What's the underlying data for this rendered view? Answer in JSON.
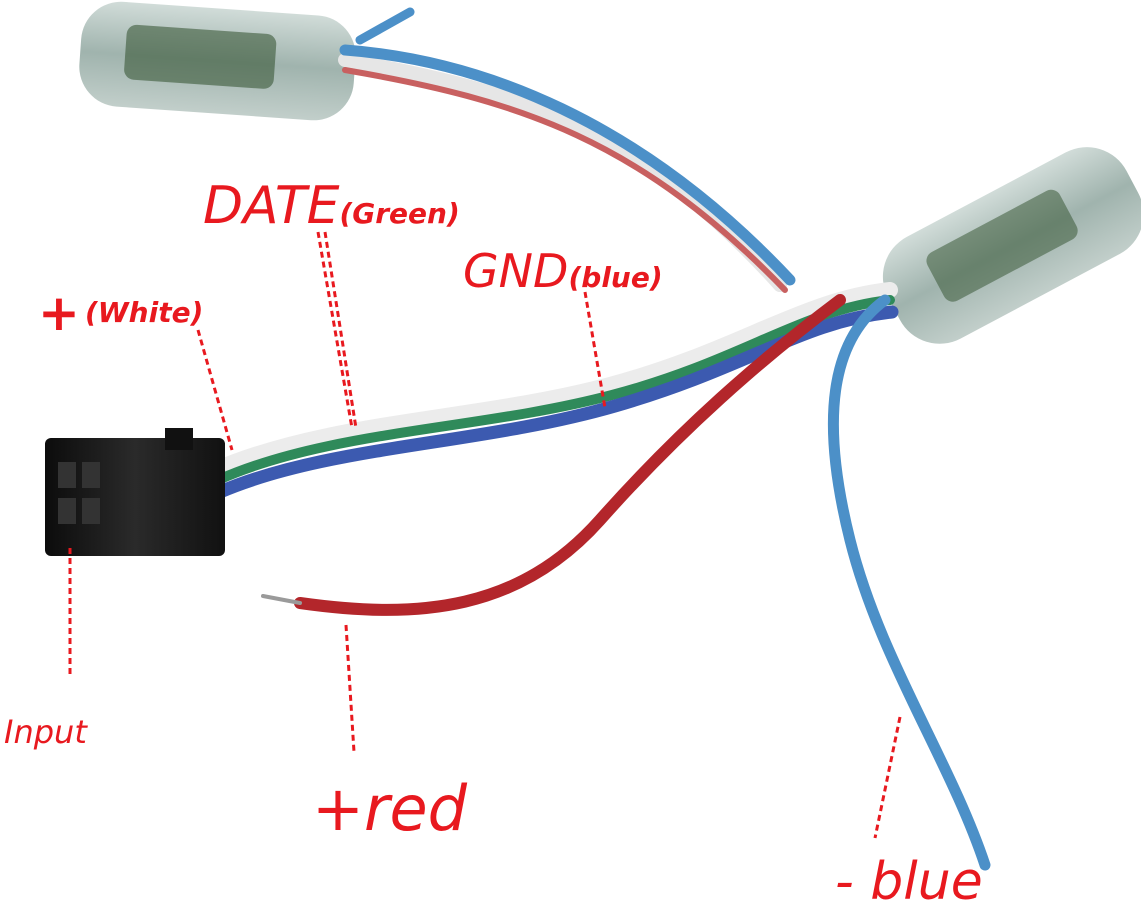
{
  "labels": {
    "plus_white": {
      "symbol": "+",
      "text": "(White)"
    },
    "data_green": {
      "main": "DATE",
      "sub": "(Green)"
    },
    "gnd_blue": {
      "main": "GND",
      "sub": "(blue)"
    },
    "input": {
      "text": "Input"
    },
    "plus_red": {
      "text": "+red"
    },
    "minus_blue": {
      "text": "- blue"
    }
  },
  "colors": {
    "label_red": "#e8191f",
    "wire_white": "#e6e6e6",
    "wire_green": "#2f8a5a",
    "wire_blue": "#3c5ab0",
    "wire_red": "#b3262b",
    "wire_lightblue": "#4c90c8",
    "connector_black": "#161616",
    "pixel_housing": "#9fb3ad"
  }
}
